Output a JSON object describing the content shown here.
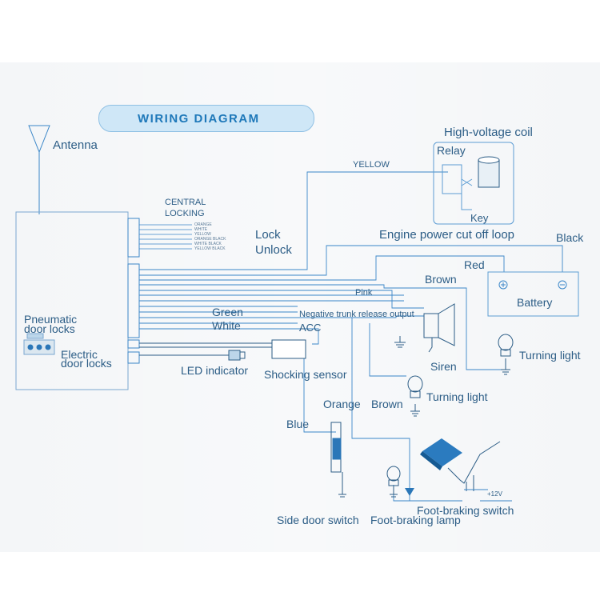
{
  "title": "WIRING DIAGRAM",
  "labels": {
    "antenna": "Antenna",
    "central_locking_1": "CENTRAL",
    "central_locking_2": "LOCKING",
    "wire_colors": [
      "ORANGE",
      "WHITE",
      "YELLOW",
      "ORANGE BLACK",
      "WHITE BLACK",
      "YELLOW BLACK"
    ],
    "lock": "Lock",
    "unlock": "Unlock",
    "yellow": "YELLOW",
    "high_voltage_coil": "High-voltage coil",
    "relay": "Relay",
    "key": "Key",
    "engine_cutoff": "Engine power cut off loop",
    "black": "Black",
    "red": "Red",
    "brown_top": "Brown",
    "battery": "Battery",
    "pink": "Pink",
    "green": "Green",
    "white": "White",
    "negative_trunk": "Negative trunk release output",
    "acc": "ACC",
    "pneumatic_1": "Pneumatic",
    "pneumatic_2": "door locks",
    "electric_1": "Electric",
    "electric_2": "door locks",
    "led_indicator": "LED indicator",
    "shocking_sensor": "Shocking sensor",
    "siren": "Siren",
    "turning_light_right": "Turning light",
    "turning_light_mid": "Turning light",
    "orange": "Orange",
    "brown_mid": "Brown",
    "blue": "Blue",
    "side_door_switch": "Side door switch",
    "foot_braking_lamp": "Foot-braking lamp",
    "foot_braking_switch": "Foot-braking switch",
    "plus12v": "+12V"
  },
  "colors": {
    "line": "#3a86c8",
    "text": "#2c5d86",
    "accent": "#1e78b9"
  }
}
